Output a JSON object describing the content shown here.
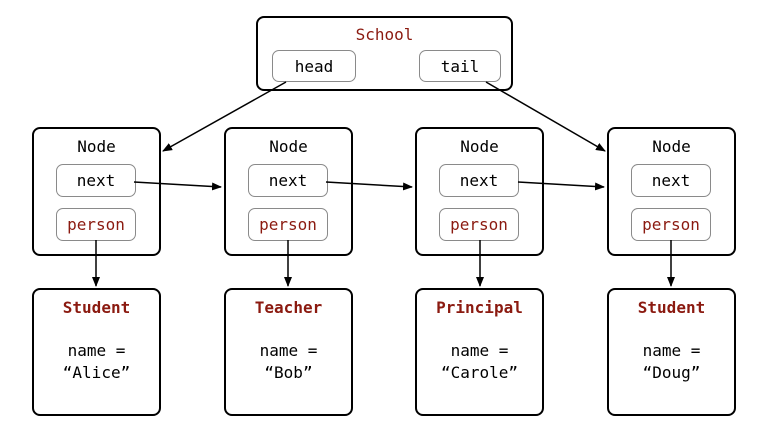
{
  "school": {
    "label": "School",
    "head": "head",
    "tail": "tail"
  },
  "nodes": [
    {
      "label": "Node",
      "next": "next",
      "person": "person"
    },
    {
      "label": "Node",
      "next": "next",
      "person": "person"
    },
    {
      "label": "Node",
      "next": "next",
      "person": "person"
    },
    {
      "label": "Node",
      "next": "next",
      "person": "person"
    }
  ],
  "people": [
    {
      "type": "Student",
      "name_label": "name =",
      "name_value": "“Alice”"
    },
    {
      "type": "Teacher",
      "name_label": "name =",
      "name_value": "“Bob”"
    },
    {
      "type": "Principal",
      "name_label": "name =",
      "name_value": "“Carole”"
    },
    {
      "type": "Student",
      "name_label": "name =",
      "name_value": "“Doug”"
    }
  ],
  "colors": {
    "accent": "#8b1a10",
    "border": "#000000",
    "field_border": "#8a8a8a"
  }
}
